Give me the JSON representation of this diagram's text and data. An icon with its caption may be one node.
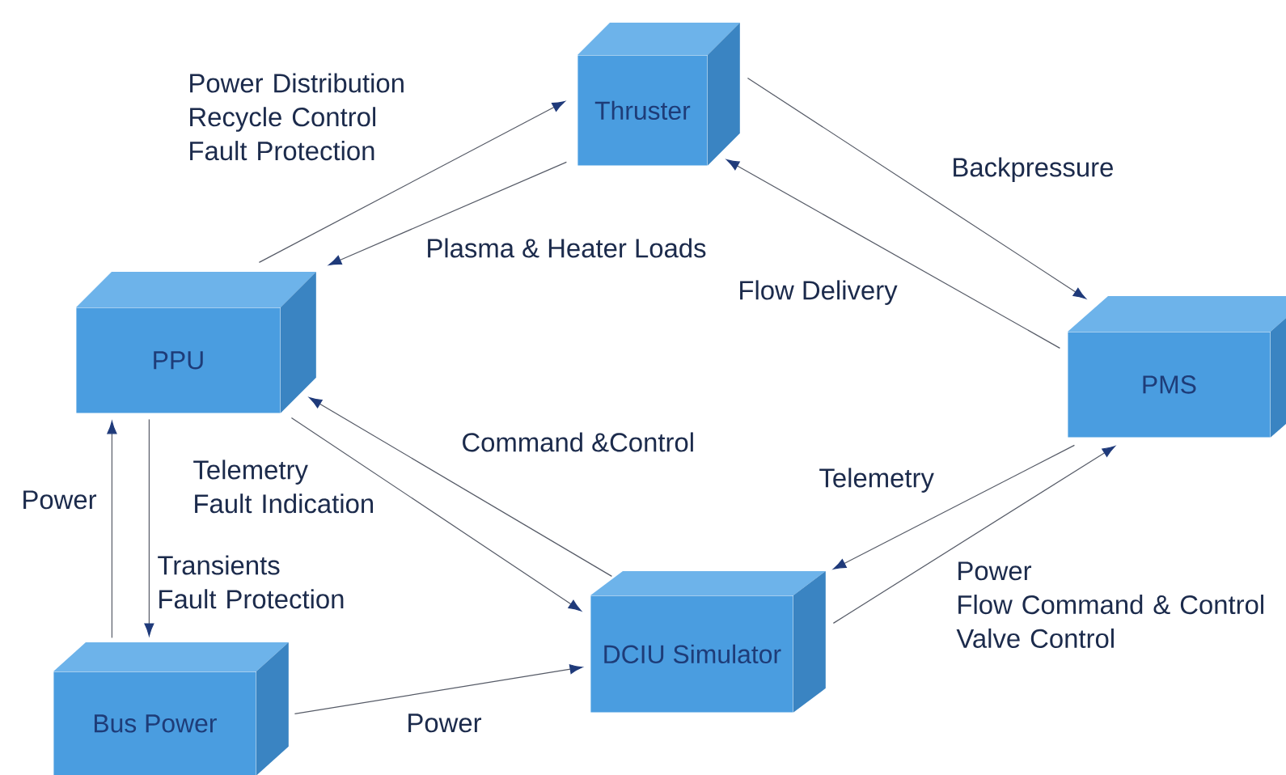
{
  "diagram": {
    "nodes": [
      {
        "text": [
          "Thruster"
        ]
      },
      {
        "text": [
          "PPU"
        ]
      },
      {
        "text": [
          "PMS"
        ]
      },
      {
        "text": [
          "Bus Power"
        ]
      },
      {
        "text": [
          "DCIU Simulator"
        ]
      }
    ],
    "edges": [
      {
        "from": 1,
        "to": 0,
        "arrow": "to",
        "label": "Power Distribution Recycle Control Fault Protection"
      },
      {
        "from": 0,
        "to": 1,
        "arrow": "to",
        "label": "Plasma & Heater Loads"
      },
      {
        "from": 0,
        "to": 2,
        "arrow": "to",
        "label": "Backpressure"
      },
      {
        "from": 2,
        "to": 0,
        "arrow": "to",
        "label": "Flow Delivery"
      },
      {
        "from": 4,
        "to": 1,
        "arrow": "to",
        "label": "Command &Control"
      },
      {
        "from": 1,
        "to": 4,
        "arrow": "to",
        "label": "Telemetry Fault Indication"
      },
      {
        "from": 3,
        "to": 1,
        "arrow": "to",
        "label": "Power"
      },
      {
        "from": 1,
        "to": 3,
        "arrow": "to",
        "label": "Transients Fault Protection"
      },
      {
        "from": 3,
        "to": 4,
        "arrow": "to",
        "label": "Power"
      },
      {
        "from": 2,
        "to": 4,
        "arrow": "to",
        "label": "Telemetry"
      },
      {
        "from": 4,
        "to": 2,
        "arrow": "to",
        "label": "Power Flow Command & Control Valve Control"
      }
    ]
  }
}
